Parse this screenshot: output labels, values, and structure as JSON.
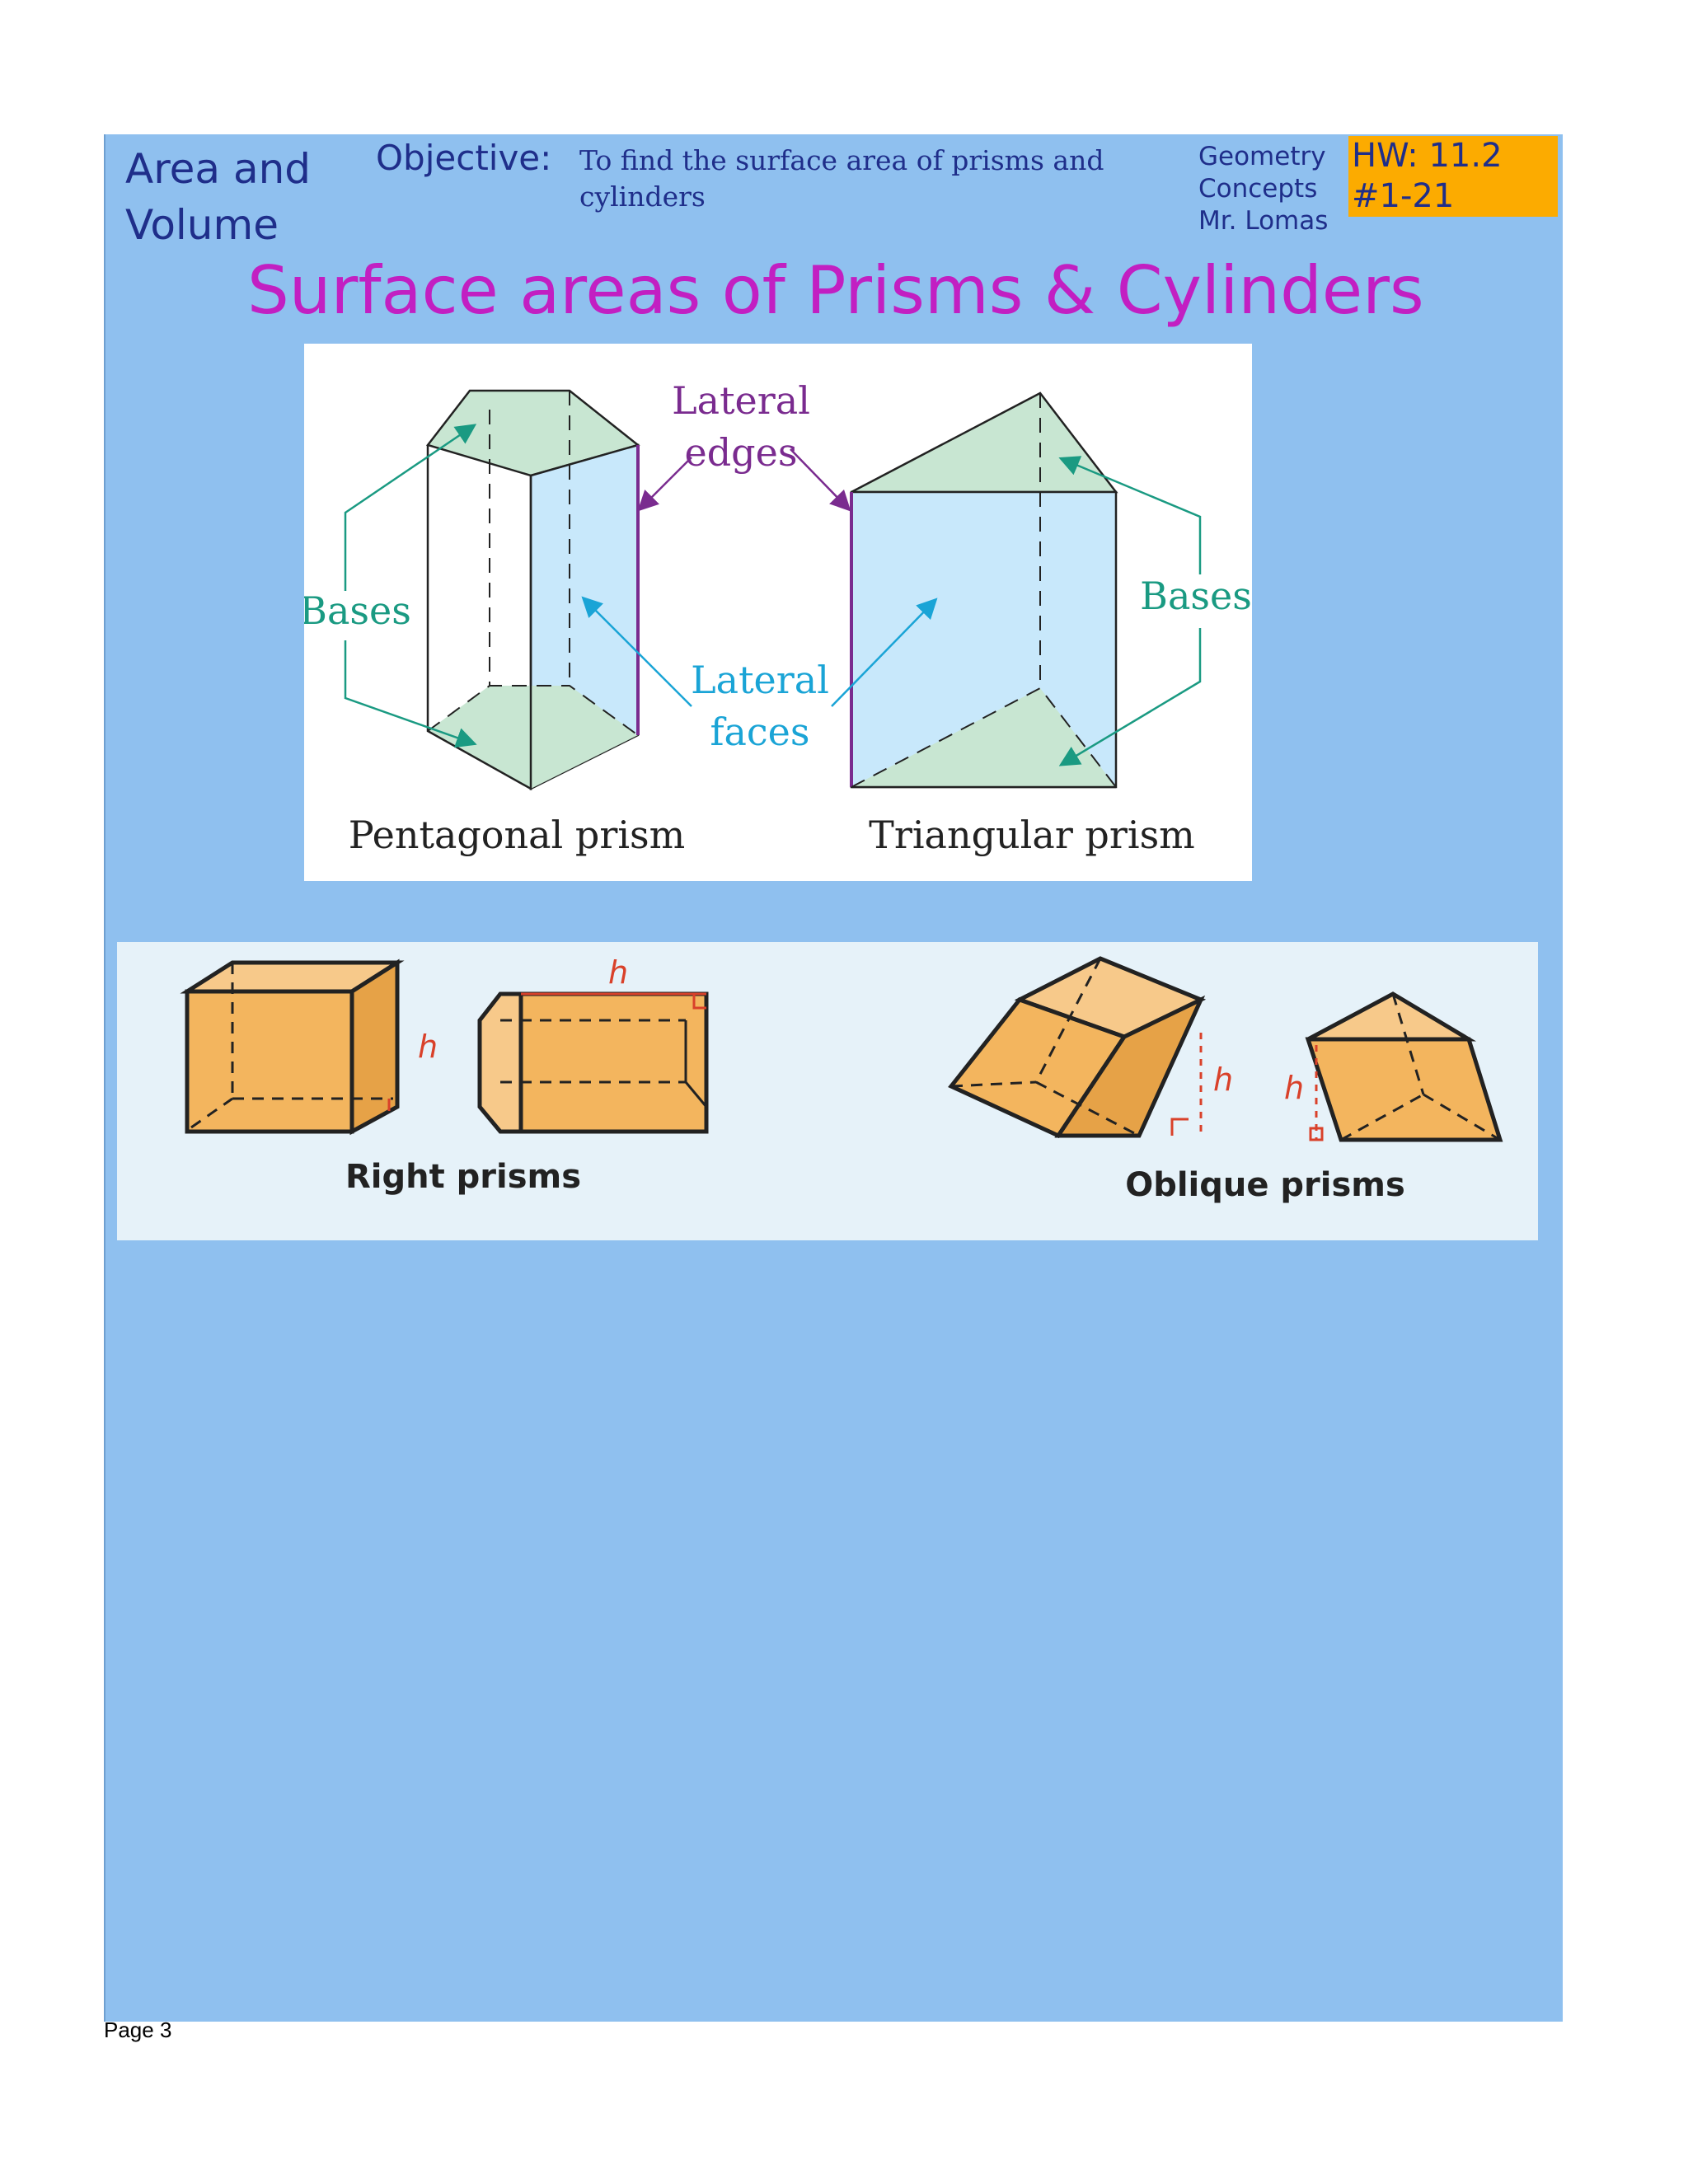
{
  "header": {
    "topic_line1": "Area and",
    "topic_line2": "Volume",
    "objective_label": "Objective:",
    "objective_text": "To find the surface area of prisms and cylinders",
    "course_line1": "Geometry",
    "course_line2": "Concepts",
    "course_line3": "Mr. Lomas",
    "hw_line1": "HW: 11.2",
    "hw_line2": "#1-21"
  },
  "title": "Surface  areas  of  Prisms & Cylinders",
  "figure1": {
    "lateral_edges_1": "Lateral",
    "lateral_edges_2": "edges",
    "bases_left": "Bases",
    "bases_right": "Bases",
    "lateral_faces_1": "Lateral",
    "lateral_faces_2": "faces",
    "caption_left": "Pentagonal prism",
    "caption_right": "Triangular prism"
  },
  "figure2": {
    "h1": "h",
    "h2": "h",
    "h3": "h",
    "h4": "h",
    "caption_left": "Right prisms",
    "caption_right": "Oblique prisms"
  },
  "footer": {
    "page": "Page 3"
  },
  "colors": {
    "page_bg": "#8fc0ef",
    "title": "#c21fc2",
    "hw_box": "#fcab00",
    "base_green": "#c8e6d2",
    "face_blue": "#c8e8fb",
    "prism_orange": "#f3b55e",
    "label_purple": "#7a2b8f",
    "label_teal": "#1a9a82",
    "label_blue": "#1aa4d6"
  }
}
